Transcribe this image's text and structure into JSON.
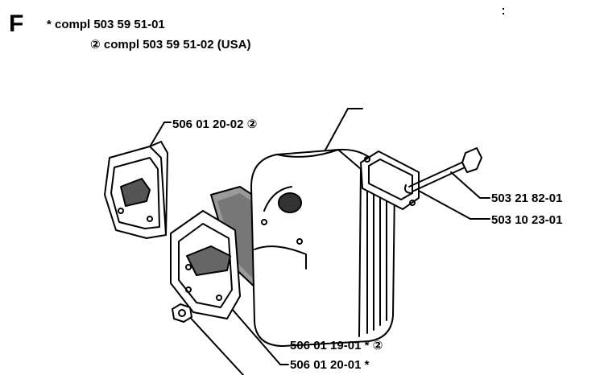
{
  "section": {
    "letter": "F",
    "variant_1": "*  compl 503 59 51-01",
    "variant_2": "② compl 503 59 51-02 (USA)"
  },
  "parts": {
    "cover_usa": "506 01 20-02 ②",
    "bolt": "503 21 82-01",
    "gasket": "503 10 23-01",
    "screen": "506 01 19-01  *  ②",
    "cover": "506 01 20-01  *"
  }
}
